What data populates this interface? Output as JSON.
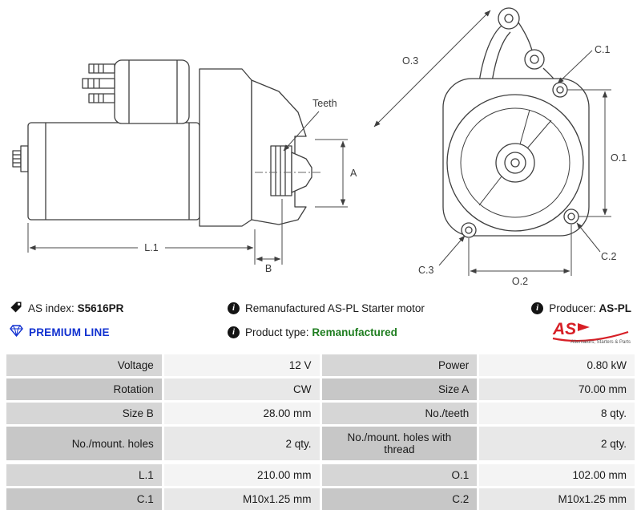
{
  "info": {
    "as_index_label": "AS index:",
    "as_index_value": "S5616PR",
    "description": "Remanufactured AS-PL Starter motor",
    "producer_label": "Producer:",
    "producer_value": "AS-PL",
    "premium_line": "PREMIUM LINE",
    "product_type_label": "Product type:",
    "product_type_value": "Remanufactured",
    "brand": {
      "logo": "AS",
      "tagline": "Alternators, Starters & Parts"
    }
  },
  "colors": {
    "premium_line_blue": "#1030d0",
    "product_type_green": "#1e7d1f",
    "brand_red": "#d71f26",
    "table_label_gray": "#d6d6d6",
    "table_value_gray": "#f4f4f4"
  },
  "diagram": {
    "side_view": {
      "teeth_label": "Teeth",
      "dim_a": "A",
      "dim_b": "B",
      "dim_l1": "L.1"
    },
    "front_view": {
      "dim_o1": "O.1",
      "dim_o2": "O.2",
      "dim_o3": "O.3",
      "dim_c1": "C.1",
      "dim_c2": "C.2",
      "dim_c3": "C.3"
    }
  },
  "spec": {
    "rows": [
      {
        "l1": "Voltage",
        "v1": "12 V",
        "l2": "Power",
        "v2": "0.80 kW"
      },
      {
        "l1": "Rotation",
        "v1": "CW",
        "l2": "Size A",
        "v2": "70.00 mm"
      },
      {
        "l1": "Size B",
        "v1": "28.00 mm",
        "l2": "No./teeth",
        "v2": "8 qty."
      },
      {
        "l1": "No./mount. holes",
        "v1": "2 qty.",
        "l2": "No./mount. holes with thread",
        "v2": "2 qty."
      },
      {
        "l1": "L.1",
        "v1": "210.00 mm",
        "l2": "O.1",
        "v2": "102.00 mm"
      },
      {
        "l1": "C.1",
        "v1": "M10x1.25 mm",
        "l2": "C.2",
        "v2": "M10x1.25 mm"
      }
    ]
  }
}
